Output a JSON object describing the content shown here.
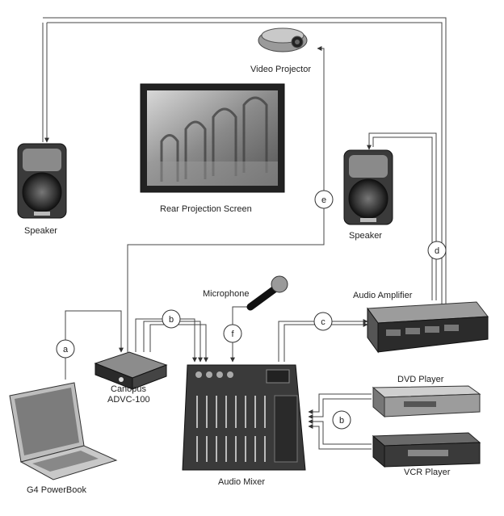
{
  "diagram": {
    "labels": {
      "video_projector": "Video Projector",
      "rear_projection_screen": "Rear Projection Screen",
      "speaker_left": "Speaker",
      "speaker_right": "Speaker",
      "microphone": "Microphone",
      "audio_amplifier": "Audio Amplifier",
      "canopus_line1": "Canopus",
      "canopus_line2": "ADVC-100",
      "dvd_player": "DVD Player",
      "vcr_player": "VCR Player",
      "audio_mixer": "Audio Mixer",
      "powerbook": "G4 PowerBook"
    },
    "connections": {
      "a": "a",
      "b_top": "b",
      "b_right": "b",
      "c": "c",
      "d": "d",
      "e": "e",
      "f": "f"
    }
  }
}
